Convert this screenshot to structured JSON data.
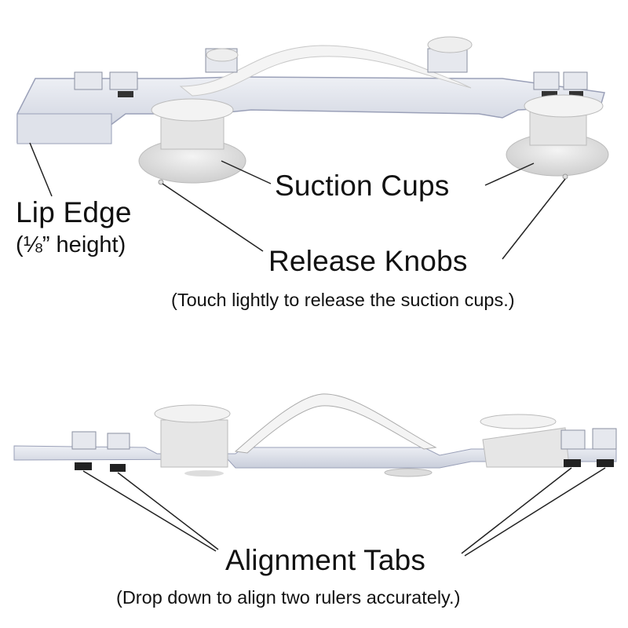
{
  "labels": {
    "suction_cups": "Suction Cups",
    "lip_edge": "Lip Edge",
    "lip_edge_note": "(⅛” height)",
    "release_knobs": "Release Knobs",
    "release_knobs_note": "(Touch lightly to release the suction cups.)",
    "alignment_tabs": "Alignment Tabs",
    "alignment_tabs_note": "(Drop down to align two rulers accurately.)"
  },
  "colors": {
    "acrylic": "#d9dde6",
    "acrylic_edge": "#9aa0b8",
    "strap": "#f2f2f2",
    "tab_dark": "#222222",
    "leader_line": "#222222"
  }
}
